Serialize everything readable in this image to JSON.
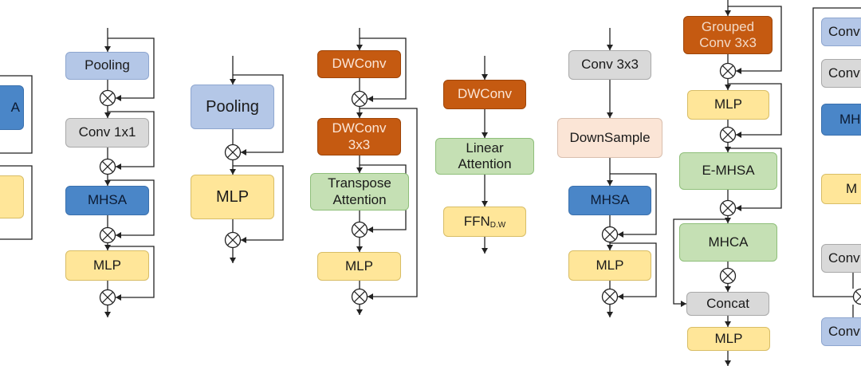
{
  "colors": {
    "blue_light": "#b4c7e7",
    "blue_dark": "#4a86c8",
    "gray": "#d9d9d9",
    "yellow": "#ffe699",
    "orange": "#c55a11",
    "green": "#c5e0b4",
    "pink": "#fbe5d6"
  },
  "operator_symbol": "⊗",
  "blocks": [
    {
      "id": "a1",
      "label": "A"
    },
    {
      "id": "b1",
      "label": "Pooling"
    },
    {
      "id": "b2",
      "label": "Conv 1x1"
    },
    {
      "id": "b3",
      "label": "MHSA"
    },
    {
      "id": "b4",
      "label": "MLP"
    },
    {
      "id": "c1",
      "label": "Pooling"
    },
    {
      "id": "c2",
      "label": "MLP"
    },
    {
      "id": "d1",
      "label": "DWConv"
    },
    {
      "id": "d2",
      "label": "DWConv\n3x3"
    },
    {
      "id": "d3",
      "label": "Transpose\nAttention"
    },
    {
      "id": "d4",
      "label": "MLP"
    },
    {
      "id": "e1",
      "label": "DWConv"
    },
    {
      "id": "e2",
      "label": "Linear\nAttention"
    },
    {
      "id": "e3",
      "label": "FFN",
      "subscript": "D.W"
    },
    {
      "id": "f1",
      "label": "Conv 3x3"
    },
    {
      "id": "f2",
      "label": "DownSample"
    },
    {
      "id": "f3",
      "label": "MHSA"
    },
    {
      "id": "f4",
      "label": "MLP"
    },
    {
      "id": "g1",
      "label": "Grouped\nConv 3x3"
    },
    {
      "id": "g2",
      "label": "MLP"
    },
    {
      "id": "g3",
      "label": "E-MHSA"
    },
    {
      "id": "g4",
      "label": "MHCA"
    },
    {
      "id": "g5",
      "label": "Concat"
    },
    {
      "id": "g6",
      "label": "MLP"
    },
    {
      "id": "h1",
      "label": "Conv"
    },
    {
      "id": "h2",
      "label": "Conv"
    },
    {
      "id": "h3",
      "label": "MH"
    },
    {
      "id": "h4",
      "label": "M"
    },
    {
      "id": "h5",
      "label": "Conv"
    },
    {
      "id": "h6",
      "label": "Conv"
    }
  ]
}
